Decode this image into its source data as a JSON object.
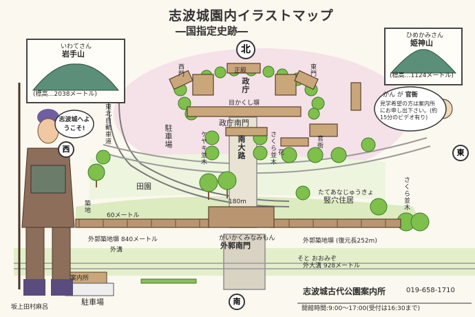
{
  "title": "志波城園内イラストマップ",
  "subtitle": "―国指定史跡―",
  "compass": {
    "north": "北",
    "south": "南",
    "east": "東",
    "west": "西"
  },
  "mountains": {
    "iwate": {
      "reading": "いわてさん",
      "name": "岩手山",
      "elevation": "(標高…2038メートル)"
    },
    "himekami": {
      "reading": "ひめかみさん",
      "name": "姫神山",
      "elevation": "(標高…1124メートル)"
    }
  },
  "character": {
    "bubble": "志波城へようこそ!",
    "caption": "坂上田村麻呂"
  },
  "guard": {
    "reading": "かん が",
    "name": "官衙",
    "note": "見学希望の方は案内所にお申し出下さい。(約15分のビデオ有り)"
  },
  "labels": {
    "seiden": "正殿",
    "seiden_label": "政庁",
    "west_gate": "西門",
    "east_gate": "東門",
    "mekakushi": "目かくし塀",
    "seichou_minamimon": "政庁南門",
    "south_street": "南大路",
    "keyaki": "ケヤキ並木",
    "sakura": "さくら並木",
    "highway": "東北自動車道",
    "parking_w": "駐車場",
    "parking_s": "駐車場",
    "denen": "田園",
    "house": "竪穴住居",
    "house_reading": "たてあなじゅうきょ",
    "sakura_namiki": "さくら並木",
    "outer_south_gate": "外郭南門",
    "outer_south_gate_reading": "がいかくみなみもん",
    "outer_wall_w": "外郭築地塀 840メートル",
    "outer_wall_e": "外郭築地塀 (復元長252m)",
    "outer_moat": "外大溝 928メートル",
    "moat_reading": "そと おおみぞ",
    "info_center": "案内所",
    "len_180": "180m",
    "len_60": "60メートル",
    "tsukiji": "築地",
    "gaiken": "外溝",
    "kanga_small": "官衙",
    "ka": "花"
  },
  "info": {
    "name": "志波城古代公園案内所",
    "phone": "019-658-1710",
    "hours": "開館時間:9:00～17:00(受付は16:30まで)"
  }
}
